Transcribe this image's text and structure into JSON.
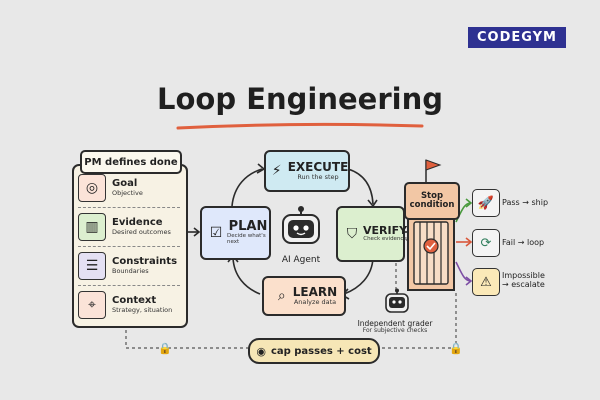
{
  "logo": {
    "text": "CODEGYM"
  },
  "title": "Loop Engineering",
  "pm_panel": {
    "header": "PM defines done",
    "items": [
      {
        "label": "Goal",
        "sub": "Objective",
        "icon": "target-icon"
      },
      {
        "label": "Evidence",
        "sub": "Desired outcomes",
        "icon": "bar-chart-icon"
      },
      {
        "label": "Constraints",
        "sub": "Boundaries",
        "icon": "sliders-icon"
      },
      {
        "label": "Context",
        "sub": "Strategy, situation",
        "icon": "map-pin-icon"
      }
    ]
  },
  "loop": {
    "execute": {
      "label": "EXECUTE",
      "sub": "Run the step",
      "icon": "lightning-gear-icon"
    },
    "plan": {
      "label": "PLAN",
      "sub": "Decide what's next",
      "icon": "checklist-icon"
    },
    "verify": {
      "label": "VERIFY",
      "sub": "Check evidence",
      "icon": "shield-check-icon"
    },
    "learn": {
      "label": "LEARN",
      "sub": "Analyze data",
      "icon": "magnifier-icon"
    },
    "agent": {
      "label": "AI Agent",
      "icon": "robot-icon"
    }
  },
  "budget": {
    "label": "cap passes + cost",
    "icon": "coins-icon"
  },
  "stop": {
    "label": "Stop condition",
    "icon": "gate-icon"
  },
  "grader": {
    "label": "Independent grader",
    "sub": "For subjective checks",
    "icon": "robot-icon"
  },
  "outcomes": [
    {
      "label": "Pass → ship",
      "icon": "rocket-icon"
    },
    {
      "label": "Fail → loop",
      "icon": "refresh-icon"
    },
    {
      "label": "Impossible → escalate",
      "line1": "Impossible",
      "line2": "→ escalate",
      "icon": "warning-icon"
    }
  ],
  "colors": {
    "background": "#e8e8e8",
    "title_underline": "#e0603e",
    "execute": "#cfeaf2",
    "plan": "#dfe8fb",
    "verify": "#dcefcf",
    "learn": "#fbe0cc",
    "pill": "#f6e6b6",
    "logo": "#2e3191",
    "outcome_pass": "#4a9a3e",
    "outcome_fail": "#d9583b",
    "outcome_escalate": "#7d4fa5"
  }
}
